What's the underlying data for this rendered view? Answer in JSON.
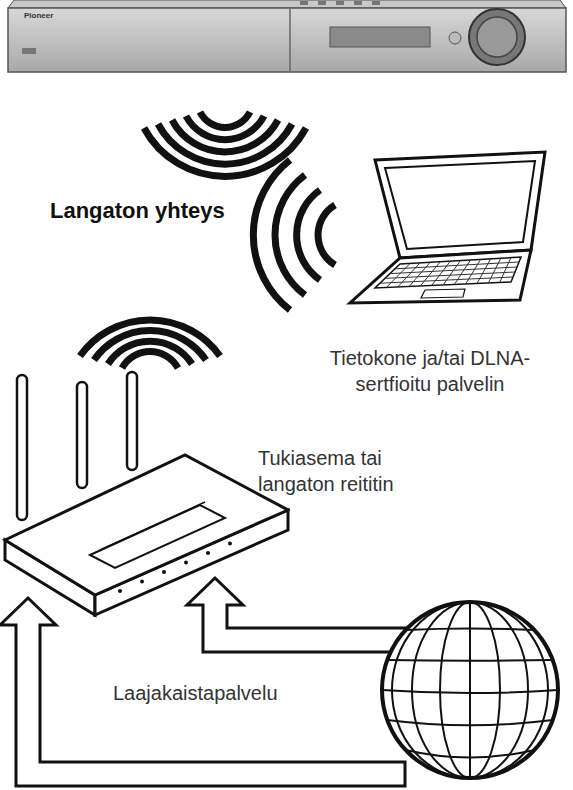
{
  "diagram": {
    "nodes": [
      {
        "text": [
          "Tietokone ja/tai DLNA-sertfioitu palvelin"
        ]
      },
      {
        "text": [
          "Tukiasema tai langaton reititin"
        ]
      },
      {
        "text": [
          "Laajakaistapalvelu"
        ]
      }
    ],
    "edges": [
      {
        "from": 2,
        "to": 1,
        "arrow": "to"
      }
    ],
    "labels": [
      "Pioneer",
      "Langaton yhteys"
    ]
  }
}
